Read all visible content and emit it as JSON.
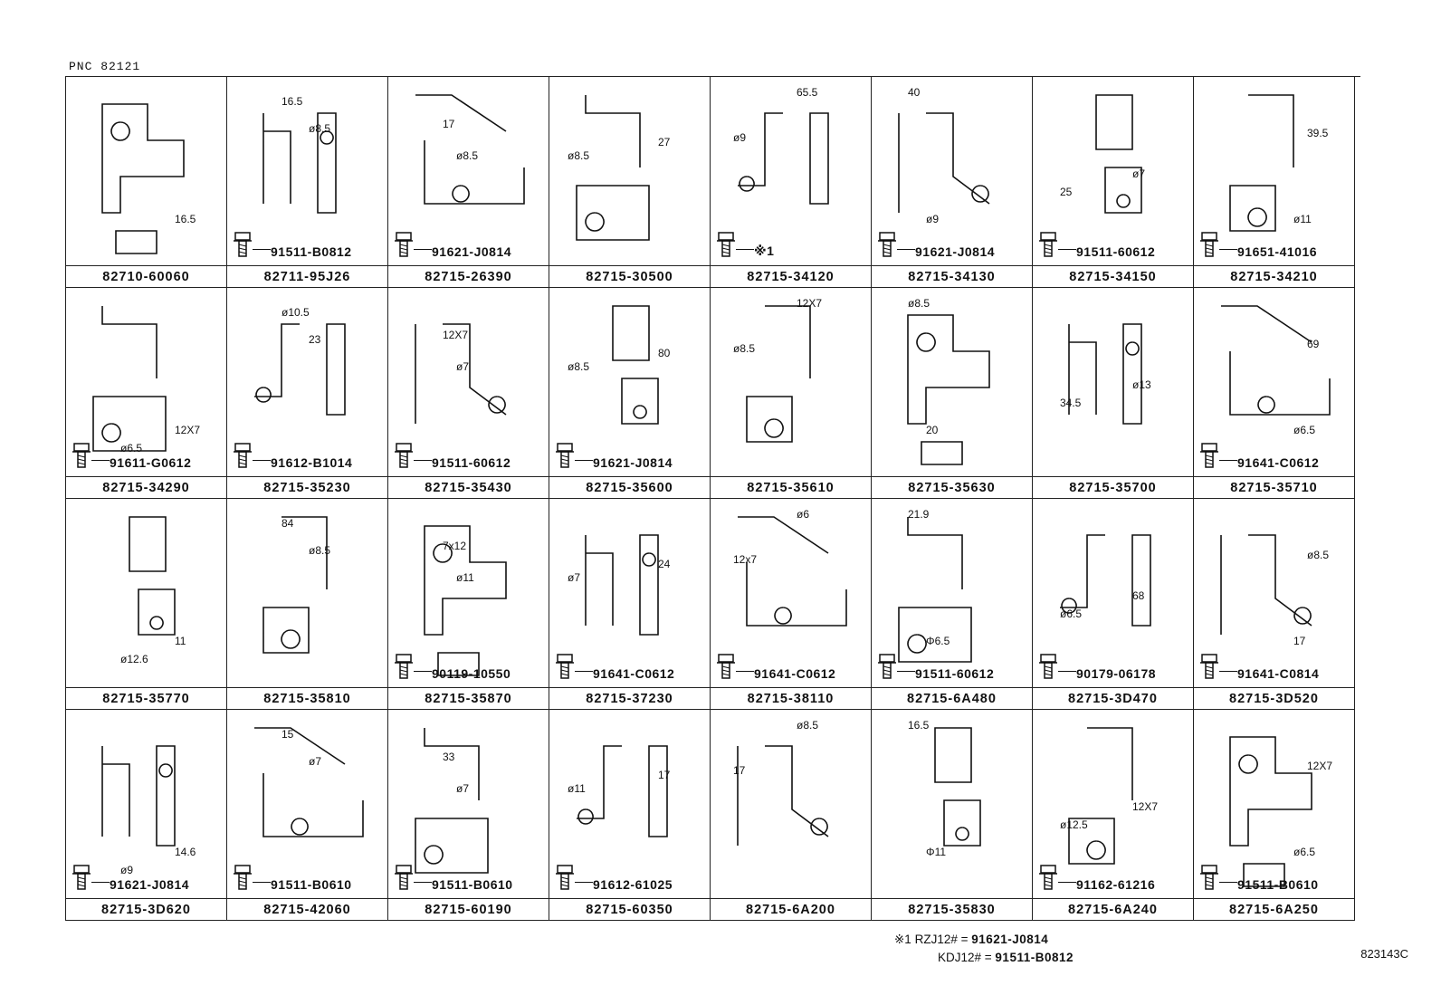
{
  "pnc": "PNC 82121",
  "rows": [
    {
      "cells": [
        {
          "part": "82710-60060",
          "bolt": "",
          "dims": [
            "16.5"
          ]
        },
        {
          "part": "82711-95J26",
          "bolt": "91511-B0812",
          "dims": [
            "16.5",
            "ø8.5"
          ]
        },
        {
          "part": "82715-26390",
          "bolt": "91621-J0814",
          "dims": [
            "17",
            "ø8.5"
          ]
        },
        {
          "part": "82715-30500",
          "bolt": "",
          "dims": [
            "27",
            "ø8.5"
          ]
        },
        {
          "part": "82715-34120",
          "bolt": "※1",
          "dims": [
            "65.5",
            "ø9"
          ]
        },
        {
          "part": "82715-34130",
          "bolt": "91621-J0814",
          "dims": [
            "40",
            "ø9"
          ]
        },
        {
          "part": "82715-34150",
          "bolt": "91511-60612",
          "dims": [
            "25",
            "ø7"
          ]
        },
        {
          "part": "82715-34210",
          "bolt": "91651-41016",
          "dims": [
            "39.5",
            "ø11"
          ]
        }
      ]
    },
    {
      "cells": [
        {
          "part": "82715-34290",
          "bolt": "91611-G0612",
          "dims": [
            "12X7",
            "ø6.5"
          ]
        },
        {
          "part": "82715-35230",
          "bolt": "91612-B1014",
          "dims": [
            "ø10.5",
            "23"
          ]
        },
        {
          "part": "82715-35430",
          "bolt": "91511-60612",
          "dims": [
            "12X7",
            "ø7"
          ]
        },
        {
          "part": "82715-35600",
          "bolt": "91621-J0814",
          "dims": [
            "80",
            "ø8.5"
          ]
        },
        {
          "part": "82715-35610",
          "bolt": "",
          "dims": [
            "12X7",
            "ø8.5"
          ]
        },
        {
          "part": "82715-35630",
          "bolt": "",
          "dims": [
            "ø8.5",
            "20"
          ]
        },
        {
          "part": "82715-35700",
          "bolt": "",
          "dims": [
            "34.5",
            "ø13"
          ]
        },
        {
          "part": "82715-35710",
          "bolt": "91641-C0612",
          "dims": [
            "69",
            "ø6.5"
          ]
        }
      ]
    },
    {
      "cells": [
        {
          "part": "82715-35770",
          "bolt": "",
          "dims": [
            "11",
            "ø12.6"
          ]
        },
        {
          "part": "82715-35810",
          "bolt": "",
          "dims": [
            "84",
            "ø8.5"
          ]
        },
        {
          "part": "82715-35870",
          "bolt": "90119-10550",
          "dims": [
            "7x12",
            "ø11"
          ]
        },
        {
          "part": "82715-37230",
          "bolt": "91641-C0612",
          "dims": [
            "24",
            "ø7"
          ]
        },
        {
          "part": "82715-38110",
          "bolt": "91641-C0612",
          "dims": [
            "ø6",
            "12x7"
          ]
        },
        {
          "part": "82715-6A480",
          "bolt": "91511-60612",
          "dims": [
            "21.9",
            "Φ6.5"
          ]
        },
        {
          "part": "82715-3D470",
          "bolt": "90179-06178",
          "dims": [
            "ø6.5",
            "68"
          ]
        },
        {
          "part": "82715-3D520",
          "bolt": "91641-C0814",
          "dims": [
            "ø8.5",
            "17"
          ]
        }
      ]
    },
    {
      "cells": [
        {
          "part": "82715-3D620",
          "bolt": "91621-J0814",
          "dims": [
            "14.6",
            "ø9"
          ]
        },
        {
          "part": "82715-42060",
          "bolt": "91511-B0610",
          "dims": [
            "15",
            "ø7"
          ]
        },
        {
          "part": "82715-60190",
          "bolt": "91511-B0610",
          "dims": [
            "33",
            "ø7"
          ]
        },
        {
          "part": "82715-60350",
          "bolt": "91612-61025",
          "dims": [
            "17",
            "ø11"
          ]
        },
        {
          "part": "82715-6A200",
          "bolt": "",
          "dims": [
            "ø8.5",
            "17"
          ]
        },
        {
          "part": "82715-35830",
          "bolt": "",
          "dims": [
            "16.5",
            "Φ11"
          ]
        },
        {
          "part": "82715-6A240",
          "bolt": "91162-61216",
          "dims": [
            "ø12.5",
            "12X7"
          ]
        },
        {
          "part": "82715-6A250",
          "bolt": "91511-B0610",
          "dims": [
            "12X7",
            "ø6.5"
          ]
        }
      ]
    }
  ],
  "footnote": {
    "line1_prefix": "※1 RZJ12# = ",
    "line1_value": "91621-J0814",
    "line2_prefix": "KDJ12# = ",
    "line2_value": "91511-B0812"
  },
  "drawing_code": "823143C"
}
